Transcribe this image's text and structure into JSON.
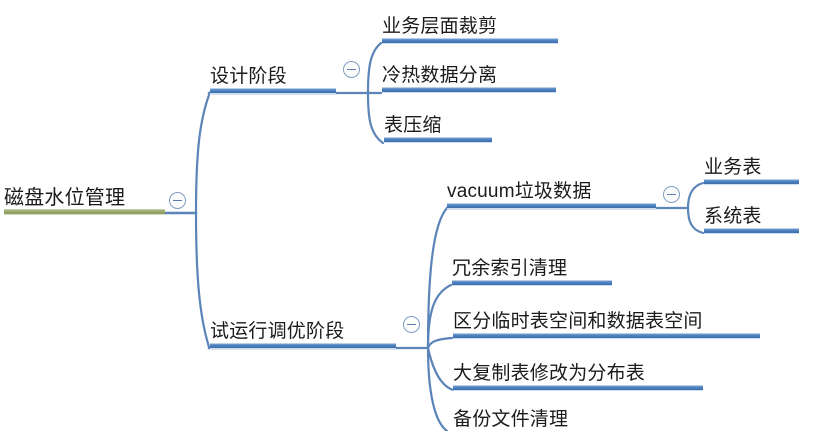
{
  "diagram": {
    "type": "mind-map",
    "title_node": "磁盘水位管理",
    "background_color": "#ffffff",
    "root_accent_color": "#97a76a",
    "branch_accent_color": "#4a7ebb",
    "text_color": "#1b1b1b"
  },
  "nodes": {
    "root": {
      "label": "磁盘水位管理",
      "collapse_icon": "minus-circle-icon"
    },
    "design_phase": {
      "label": "设计阶段",
      "collapse_icon": "minus-circle-icon"
    },
    "design_children": [
      {
        "label": "业务层面裁剪"
      },
      {
        "label": "冷热数据分离"
      },
      {
        "label": "表压缩"
      }
    ],
    "trial_phase": {
      "label": "试运行调优阶段",
      "collapse_icon": "minus-circle-icon"
    },
    "vacuum": {
      "label": "vacuum垃圾数据",
      "collapse_icon": "minus-circle-icon"
    },
    "vacuum_children": [
      {
        "label": "业务表"
      },
      {
        "label": "系统表"
      }
    ],
    "trial_children": [
      {
        "label": "冗余索引清理"
      },
      {
        "label": "区分临时表空间和数据表空间"
      },
      {
        "label": "大复制表修改为分布表"
      },
      {
        "label": "备份文件清理"
      }
    ]
  }
}
